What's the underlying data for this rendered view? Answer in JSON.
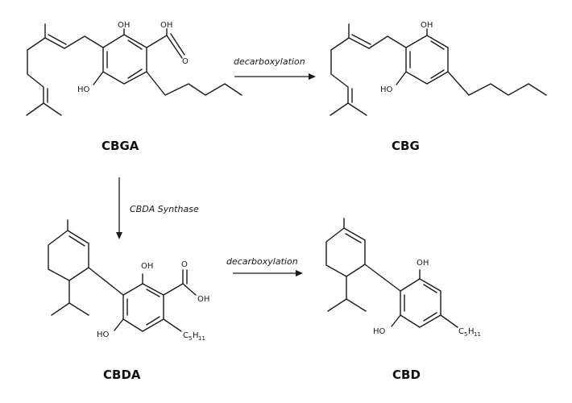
{
  "compounds": {
    "cbga": {
      "name": "CBGA",
      "oh_top": "OH",
      "oh_acid": "OH",
      "o_acid": "O",
      "ho": "HO"
    },
    "cbg": {
      "name": "CBG",
      "oh_top": "OH",
      "ho": "HO"
    },
    "cbda": {
      "name": "CBDA",
      "oh_top": "OH",
      "o_acid": "O",
      "oh_acid": "OH",
      "ho": "HO",
      "chain_main": "C",
      "chain_h": "H",
      "chain_sub1": "5",
      "chain_sub2": "11"
    },
    "cbd": {
      "name": "CBD",
      "oh_top": "OH",
      "ho": "HO",
      "chain_main": "C",
      "chain_h": "H",
      "chain_sub1": "5",
      "chain_sub2": "11"
    }
  },
  "reactions": {
    "top": "decarboxylation",
    "vertical": "CBDA Synthase",
    "bottom": "decarboxylation"
  },
  "colors": {
    "ink": "#1a1a1a",
    "background": "#ffffff"
  }
}
